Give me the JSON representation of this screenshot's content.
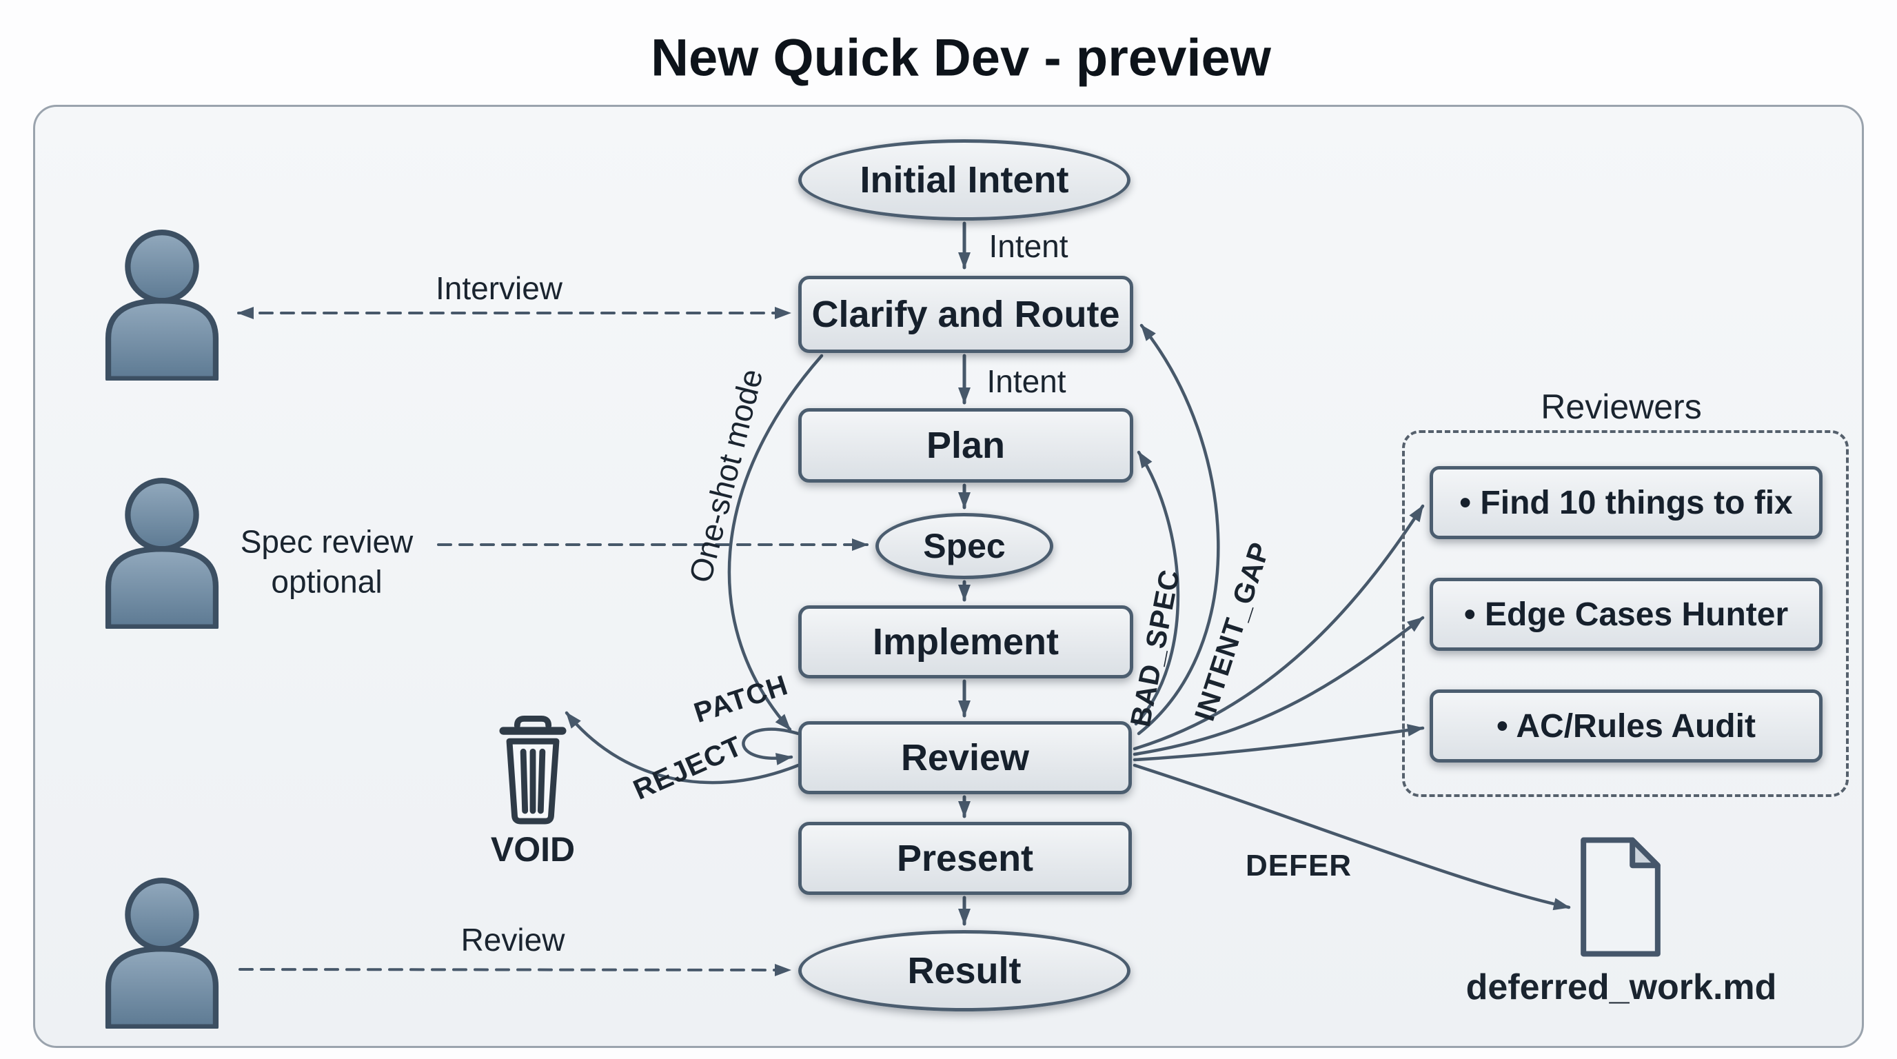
{
  "title": "New Quick Dev - preview",
  "nodes": {
    "initial_intent": "Initial Intent",
    "clarify_and_route": "Clarify and Route",
    "plan": "Plan",
    "spec": "Spec",
    "implement": "Implement",
    "review": "Review",
    "present": "Present",
    "result": "Result"
  },
  "edge_labels": {
    "intent_to_clarify": "Intent",
    "intent_to_plan": "Intent",
    "one_shot_mode": "One-shot mode",
    "interview": "Interview",
    "spec_review_optional": "Spec review\noptional",
    "user_review": "Review",
    "patch": "PATCH",
    "reject": "REJECT",
    "bad_spec": "BAD_SPEC",
    "intent_gap": "INTENT_GAP",
    "defer": "DEFER"
  },
  "void": {
    "label": "VOID"
  },
  "reviewers": {
    "title": "Reviewers",
    "items": [
      "• Find 10 things to fix",
      "• Edge Cases Hunter",
      "• AC/Rules Audit"
    ]
  },
  "deferred_file": {
    "label": "deferred_work.md"
  },
  "colors": {
    "stroke": "#47586a",
    "node_border": "#4b5d6f",
    "person_fill_top": "#92a9bd",
    "person_fill_bottom": "#5d7a93"
  }
}
